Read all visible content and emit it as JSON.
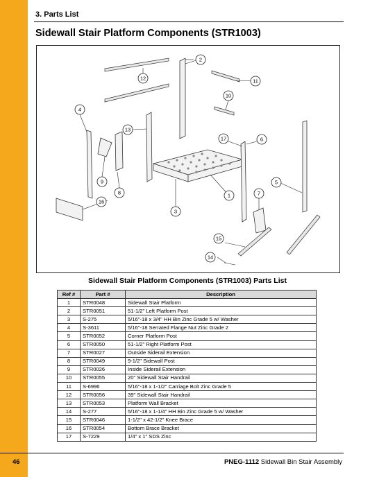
{
  "header": {
    "section": "3. Parts List",
    "title": "Sidewall Stair Platform Components (STR1003)"
  },
  "figure": {
    "callouts": [
      "1",
      "2",
      "3",
      "4",
      "5",
      "6",
      "7",
      "8",
      "9",
      "10",
      "11",
      "12",
      "13",
      "14",
      "15",
      "16",
      "17"
    ]
  },
  "parts_table": {
    "title": "Sidewall Stair Platform Components (STR1003) Parts List",
    "headers": {
      "ref": "Ref #",
      "part": "Part #",
      "description": "Description"
    },
    "rows": [
      {
        "ref": "1",
        "part": "STR0048",
        "description": "Sidewall Stair Platform"
      },
      {
        "ref": "2",
        "part": "STR0051",
        "description": "51-1/2\" Left Platform Post"
      },
      {
        "ref": "3",
        "part": "S-275",
        "description": "5/16\"-18 x 3/4\" HH Bin Zinc Grade 5 w/ Washer"
      },
      {
        "ref": "4",
        "part": "S-3611",
        "description": "5/16\"-18 Serrated Flange Nut Zinc Grade 2"
      },
      {
        "ref": "5",
        "part": "STR0052",
        "description": "Corner Platform Post"
      },
      {
        "ref": "6",
        "part": "STR0050",
        "description": "51-1/2\" Right Platform Post"
      },
      {
        "ref": "7",
        "part": "STR0027",
        "description": "Outside Siderail Extension"
      },
      {
        "ref": "8",
        "part": "STR0049",
        "description": "9-1/2\" Sidewall Post"
      },
      {
        "ref": "9",
        "part": "STR0026",
        "description": "Inside Siderail Extension"
      },
      {
        "ref": "10",
        "part": "STR0055",
        "description": "20\" Sidewall Stair Handrail"
      },
      {
        "ref": "11",
        "part": "S-6996",
        "description": "5/16\"-18 x 1-1/2\" Carriage Bolt Zinc Grade 5"
      },
      {
        "ref": "12",
        "part": "STR0056",
        "description": "39\" Sidewall Stair Handrail"
      },
      {
        "ref": "13",
        "part": "STR0053",
        "description": "Platform Wall Bracket"
      },
      {
        "ref": "14",
        "part": "S-277",
        "description": "5/16\"-18 x 1-1/4\" HH Bin Zinc Grade 5 w/ Washer"
      },
      {
        "ref": "15",
        "part": "STR0046",
        "description": "1-1/2\" x 42-1/2\" Knee Brace"
      },
      {
        "ref": "16",
        "part": "STR0054",
        "description": "Bottom Brace Bracket"
      },
      {
        "ref": "17",
        "part": "S-7229",
        "description": "1/4\" x 1\" SDS Zinc"
      }
    ]
  },
  "footer": {
    "page_number": "46",
    "doc_code": "PNEG-1112",
    "doc_title": "Sidewall Bin Stair Assembly"
  },
  "colors": {
    "sidebar": "#F5A81C",
    "table_header": "#d9d9d9"
  }
}
